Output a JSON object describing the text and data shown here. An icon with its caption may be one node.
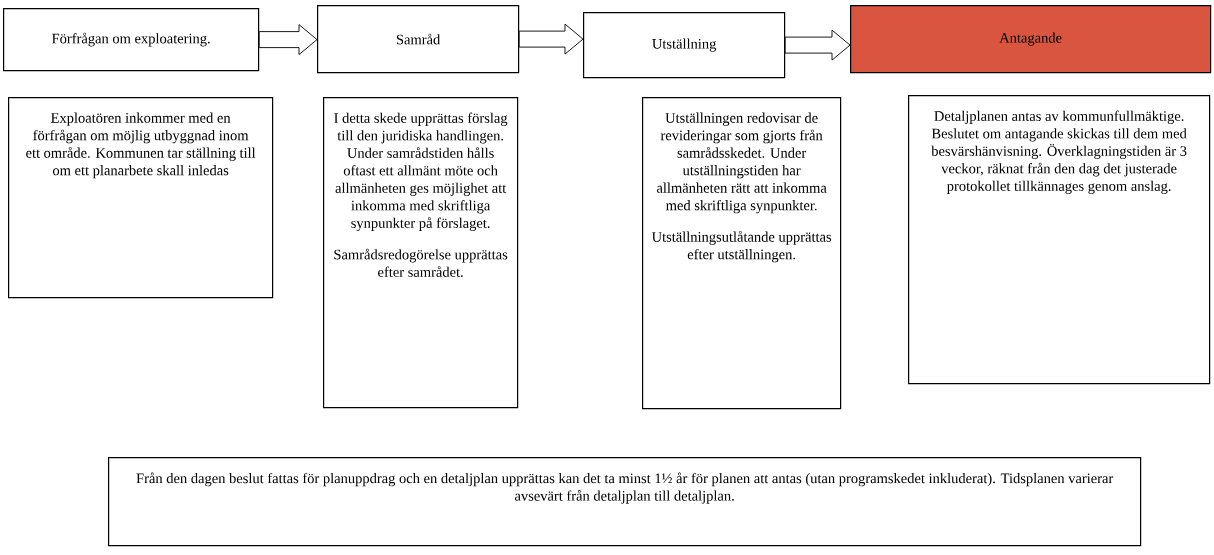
{
  "diagram": {
    "nodes": [
      {
        "text": [
          "Förfrågan om exploatering."
        ]
      },
      {
        "text": [
          "Samråd"
        ]
      },
      {
        "text": [
          "Utställning"
        ]
      },
      {
        "text": [
          "Antagande"
        ]
      },
      {
        "text": [
          "Exploatören inkommer med en förfrågan om möjlig utbyggnad inom ett område. Kommunen tar ställning till om ett planarbete skall inledas"
        ]
      },
      {
        "text": [
          "I detta skede upprättas förslag till den juridiska handlingen. Under samrådstiden hålls oftast ett allmänt möte och allmänheten ges möjlighet att inkomma med skriftliga synpunkter på förslaget.",
          "Samrådsredogörelse upprättas efter samrådet."
        ]
      },
      {
        "text": [
          "Utställningen redovisar de revideringar som gjorts från samrådsskedet. Under utställningstiden har allmänheten rätt att inkomma med skriftliga synpunkter.",
          "Utställningsutlåtande upprättas efter utställningen."
        ]
      },
      {
        "text": [
          "Detaljplanen antas av kommunfullmäktige. Beslutet om antagande skickas till dem med besvärshänvisning. Överklagningstiden är 3 veckor, räknat från den dag det justerade protokollet tillkännages genom anslag."
        ]
      },
      {
        "text": [
          "Från den dagen beslut fattas för planuppdrag och en detaljplan upprättas kan det ta minst 1½ år för planen att antas (utan programskedet inkluderat). Tidsplanen varierar avsevärt från detaljplan till detaljplan."
        ]
      }
    ],
    "edges": [
      {
        "from": 0,
        "to": 1,
        "arrow": "to"
      },
      {
        "from": 1,
        "to": 2,
        "arrow": "to"
      },
      {
        "from": 2,
        "to": 3,
        "arrow": "to"
      }
    ]
  }
}
